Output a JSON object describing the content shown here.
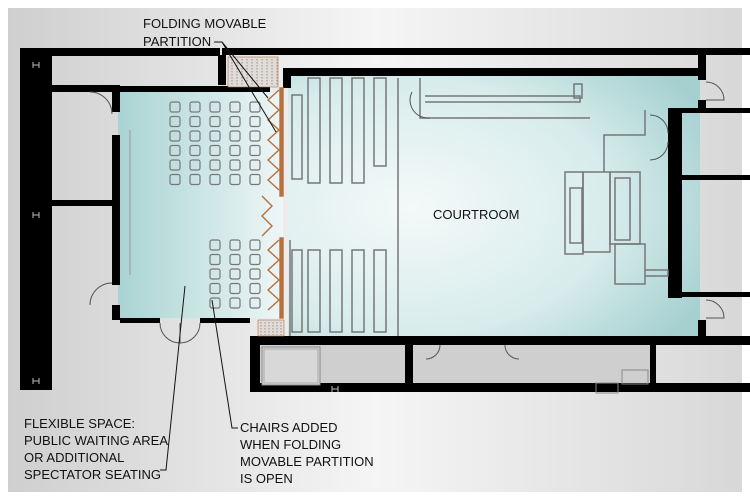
{
  "labels": {
    "partition": [
      "FOLDING MOVABLE",
      "PARTITION"
    ],
    "courtroom": "COURTROOM",
    "flexible_space": [
      "FLEXIBLE SPACE:",
      "PUBLIC WAITING AREA",
      "OR ADDITIONAL",
      "SPECTATOR SEATING"
    ],
    "chairs_added": [
      "CHAIRS ADDED",
      "WHEN FOLDING",
      "MOVABLE PARTITION",
      "IS OPEN"
    ]
  },
  "colors": {
    "wall": "#000000",
    "room_fill": "#a9d3d3",
    "room_fill_light": "#eef6f6",
    "partition": "#b5703f",
    "fixture_stroke": "#777777",
    "background": "#e2e2e2"
  }
}
